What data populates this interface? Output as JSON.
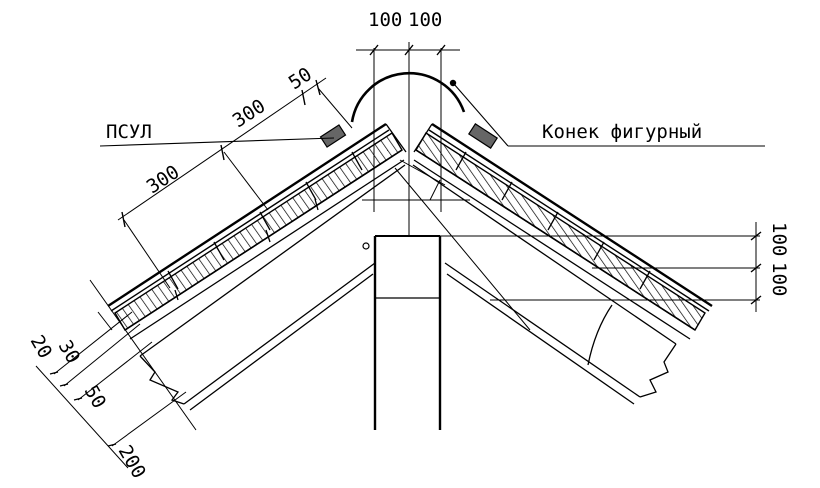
{
  "labels": {
    "left_callout": "ПСУЛ",
    "right_callout": "Конек фигурный"
  },
  "dimensions": {
    "top_left": "100",
    "top_right": "100",
    "slope_gap": "50",
    "slope_upper": "300",
    "slope_lower": "300",
    "right_upper": "100",
    "right_lower": "100",
    "left_20": "20",
    "left_30": "30",
    "left_50": "50",
    "left_200": "200"
  }
}
